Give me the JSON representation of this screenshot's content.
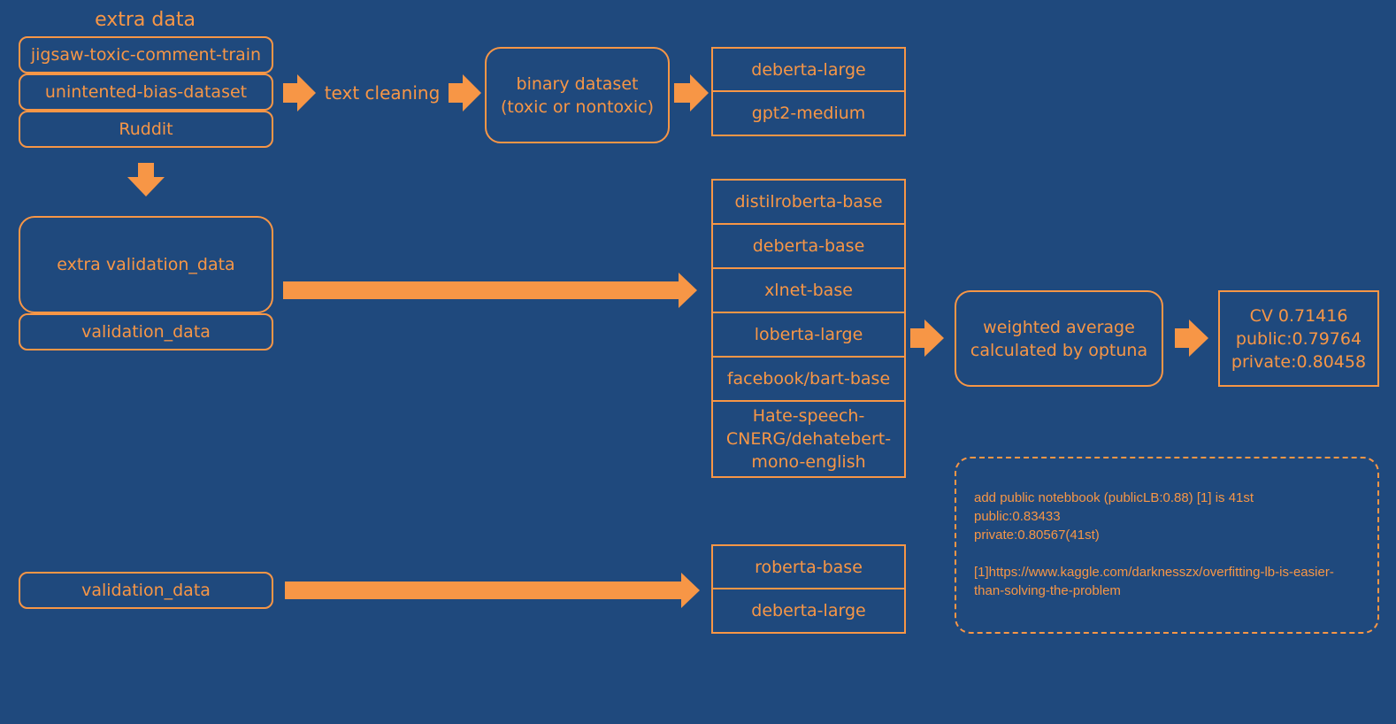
{
  "title": "extra data",
  "extra_data_items": [
    "jigsaw-toxic-comment-train",
    "unintented-bias-dataset",
    "Ruddit"
  ],
  "text_cleaning": "text cleaning",
  "binary_dataset": {
    "line1": "binary dataset",
    "line2": "(toxic or nontoxic)"
  },
  "binary_models": [
    "deberta-large",
    "gpt2-medium"
  ],
  "extra_validation": "extra validation_data",
  "validation_data_1": "validation_data",
  "middle_models": [
    "distilroberta-base",
    "deberta-base",
    "xlnet-base",
    "loberta-large",
    "facebook/bart-base",
    "Hate-speech-CNERG/dehatebert-mono-english"
  ],
  "weighted": {
    "line1": "weighted average",
    "line2": "calculated by optuna"
  },
  "scores": {
    "cv": "CV 0.71416",
    "public": "public:0.79764",
    "private": "private:0.80458"
  },
  "validation_data_2": "validation_data",
  "bottom_models": [
    "roberta-base",
    "deberta-large"
  ],
  "note": {
    "line1": "add public notebbook (publicLB:0.88) [1] is 41st",
    "line2": "public:0.83433",
    "line3": "private:0.80567(41st)",
    "ref": "[1]https://www.kaggle.com/darknesszx/overfitting-lb-is-easier-than-solving-the-problem"
  },
  "colors": {
    "background": "#1f497d",
    "accent": "#f79646"
  }
}
